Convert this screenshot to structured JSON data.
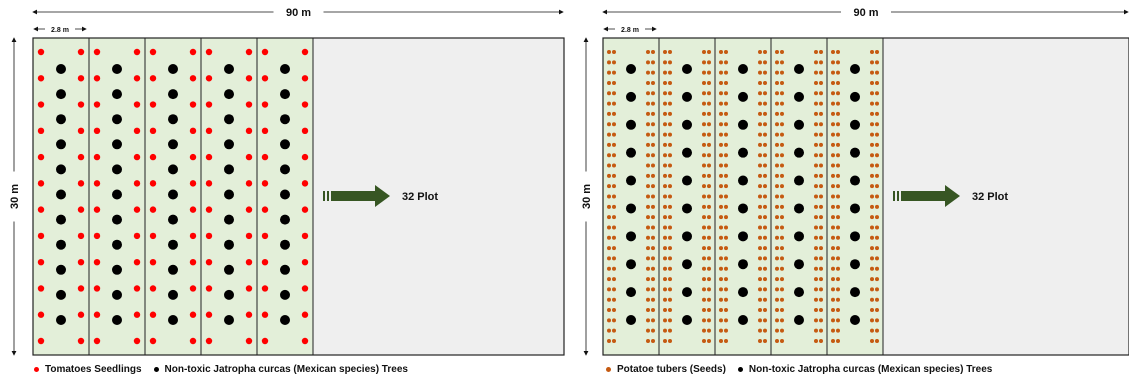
{
  "panels": [
    {
      "width_label": "90 m",
      "height_label": "30 m",
      "spacing_label": "2.8 m",
      "arrow_label": "32 Plot",
      "strips": 5,
      "tree_rows": 11,
      "crop_rows": 12,
      "crop_cols_per_side": 1,
      "crop_color": "#ff0000",
      "tree_color": "#000000",
      "strip_fill": "#e3efd9",
      "plot_fill": "#efefef",
      "arrow_color": "#375623",
      "legend": [
        {
          "label": "Tomatoes Seedlings",
          "color": "#ff0000",
          "icon": "red-dot"
        },
        {
          "label": "Non-toxic Jatropha curcas (Mexican species) Trees",
          "color": "#000000",
          "icon": "black-dot"
        }
      ]
    },
    {
      "width_label": "90 m",
      "height_label": "30 m",
      "spacing_label": "2.8 m",
      "arrow_label": "32 Plot",
      "strips": 5,
      "tree_rows": 10,
      "crop_rows": 29,
      "crop_cols_per_side": 2,
      "crop_color": "#c55a11",
      "tree_color": "#000000",
      "strip_fill": "#e3efd9",
      "plot_fill": "#efefef",
      "arrow_color": "#375623",
      "legend": [
        {
          "label": "Potatoe tubers (Seeds)",
          "color": "#c55a11",
          "icon": "orange-dot"
        },
        {
          "label": "Non-toxic Jatropha curcas (Mexican species) Trees",
          "color": "#000000",
          "icon": "black-dot"
        }
      ]
    }
  ]
}
